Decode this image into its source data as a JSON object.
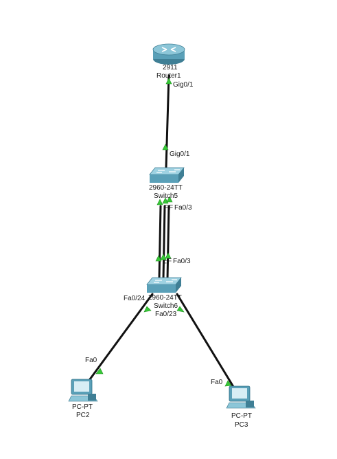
{
  "devices": {
    "router": {
      "model": "2911",
      "name": "Router1",
      "port": "Gig0/1"
    },
    "switch_top": {
      "model": "2960-24TT",
      "name": "Switch5",
      "uplink_port": "Gig0/1",
      "down_port_a": "F",
      "down_port_b": "F",
      "down_port_c": "Fa0/3"
    },
    "switch_bottom": {
      "model": "2960-24TT",
      "name": "Switch6",
      "up_port_a": "F",
      "up_port_b": "F",
      "up_port_c": "Fa0/3",
      "port_left": "Fa0/24",
      "port_right": "Fa0/23"
    },
    "pc2": {
      "model": "PC-PT",
      "name": "PC2",
      "port": "Fa0"
    },
    "pc3": {
      "model": "PC-PT",
      "name": "PC3",
      "port": "Fa0"
    }
  },
  "colors": {
    "link_up": "#37c837",
    "cable": "#111111",
    "device_blue": "#5aa0b8"
  }
}
